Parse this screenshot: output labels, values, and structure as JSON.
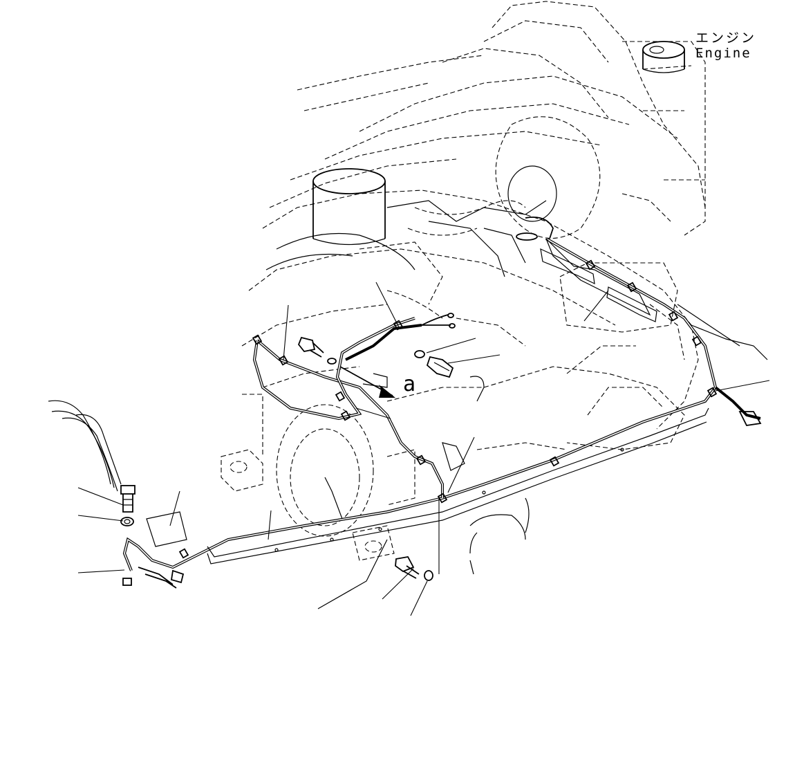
{
  "labels": {
    "engine_jp": "エンジン",
    "engine_en": "Engine",
    "view_letter": "a"
  },
  "colors": {
    "line": "#000000",
    "background": "#ffffff"
  }
}
